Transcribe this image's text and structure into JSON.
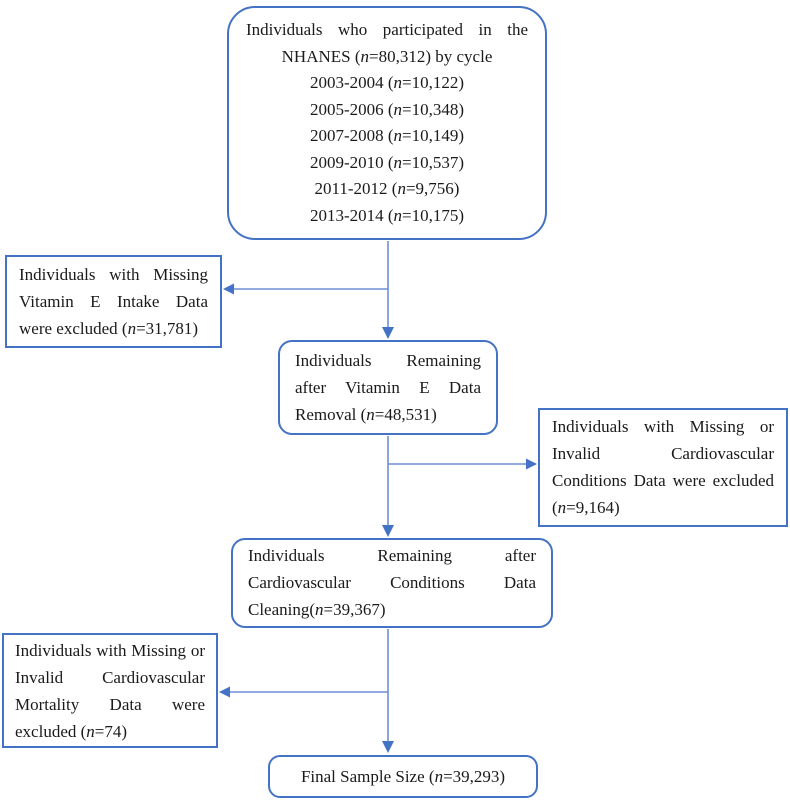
{
  "colors": {
    "box-border": "#4472C4",
    "connector-line": "#6d8fd6",
    "arrowhead": "#4472C4",
    "text": "#1a1a1a"
  },
  "boxes": {
    "enrollment": {
      "lines": [
        "Individuals who participated in the",
        "NHANES (n=80,312) by cycle",
        "2003-2004 (n=10,122)",
        "2005-2006 (n=10,348)",
        "2007-2008 (n=10,149)",
        "2009-2010 (n=10,537)",
        "2011-2012 (n=9,756)",
        "2013-2014 (n=10,175)"
      ]
    },
    "excluded_vitamin_e": {
      "lines": [
        "Individuals with Missing",
        "Vitamin E Intake Data",
        "were excluded (n=31,781)"
      ]
    },
    "remaining_vitamin_e": {
      "lines": [
        "Individuals Remaining",
        "after Vitamin E Data",
        "Removal (n=48,531)"
      ]
    },
    "excluded_cardio_conditions": {
      "lines": [
        "Individuals with Missing or",
        "Invalid Cardiovascular",
        "Conditions Data were excluded",
        "(n=9,164)"
      ]
    },
    "remaining_cardio_conditions": {
      "lines": [
        "Individuals Remaining after",
        "Cardiovascular Conditions Data",
        "Cleaning(n=39,367)"
      ]
    },
    "excluded_cardio_mortality": {
      "lines": [
        "Individuals with Missing or",
        "Invalid Cardiovascular",
        "Mortality Data were",
        "excluded (n=74)"
      ]
    },
    "final_sample": {
      "lines": [
        "Final Sample Size (n=39,293)"
      ]
    }
  }
}
